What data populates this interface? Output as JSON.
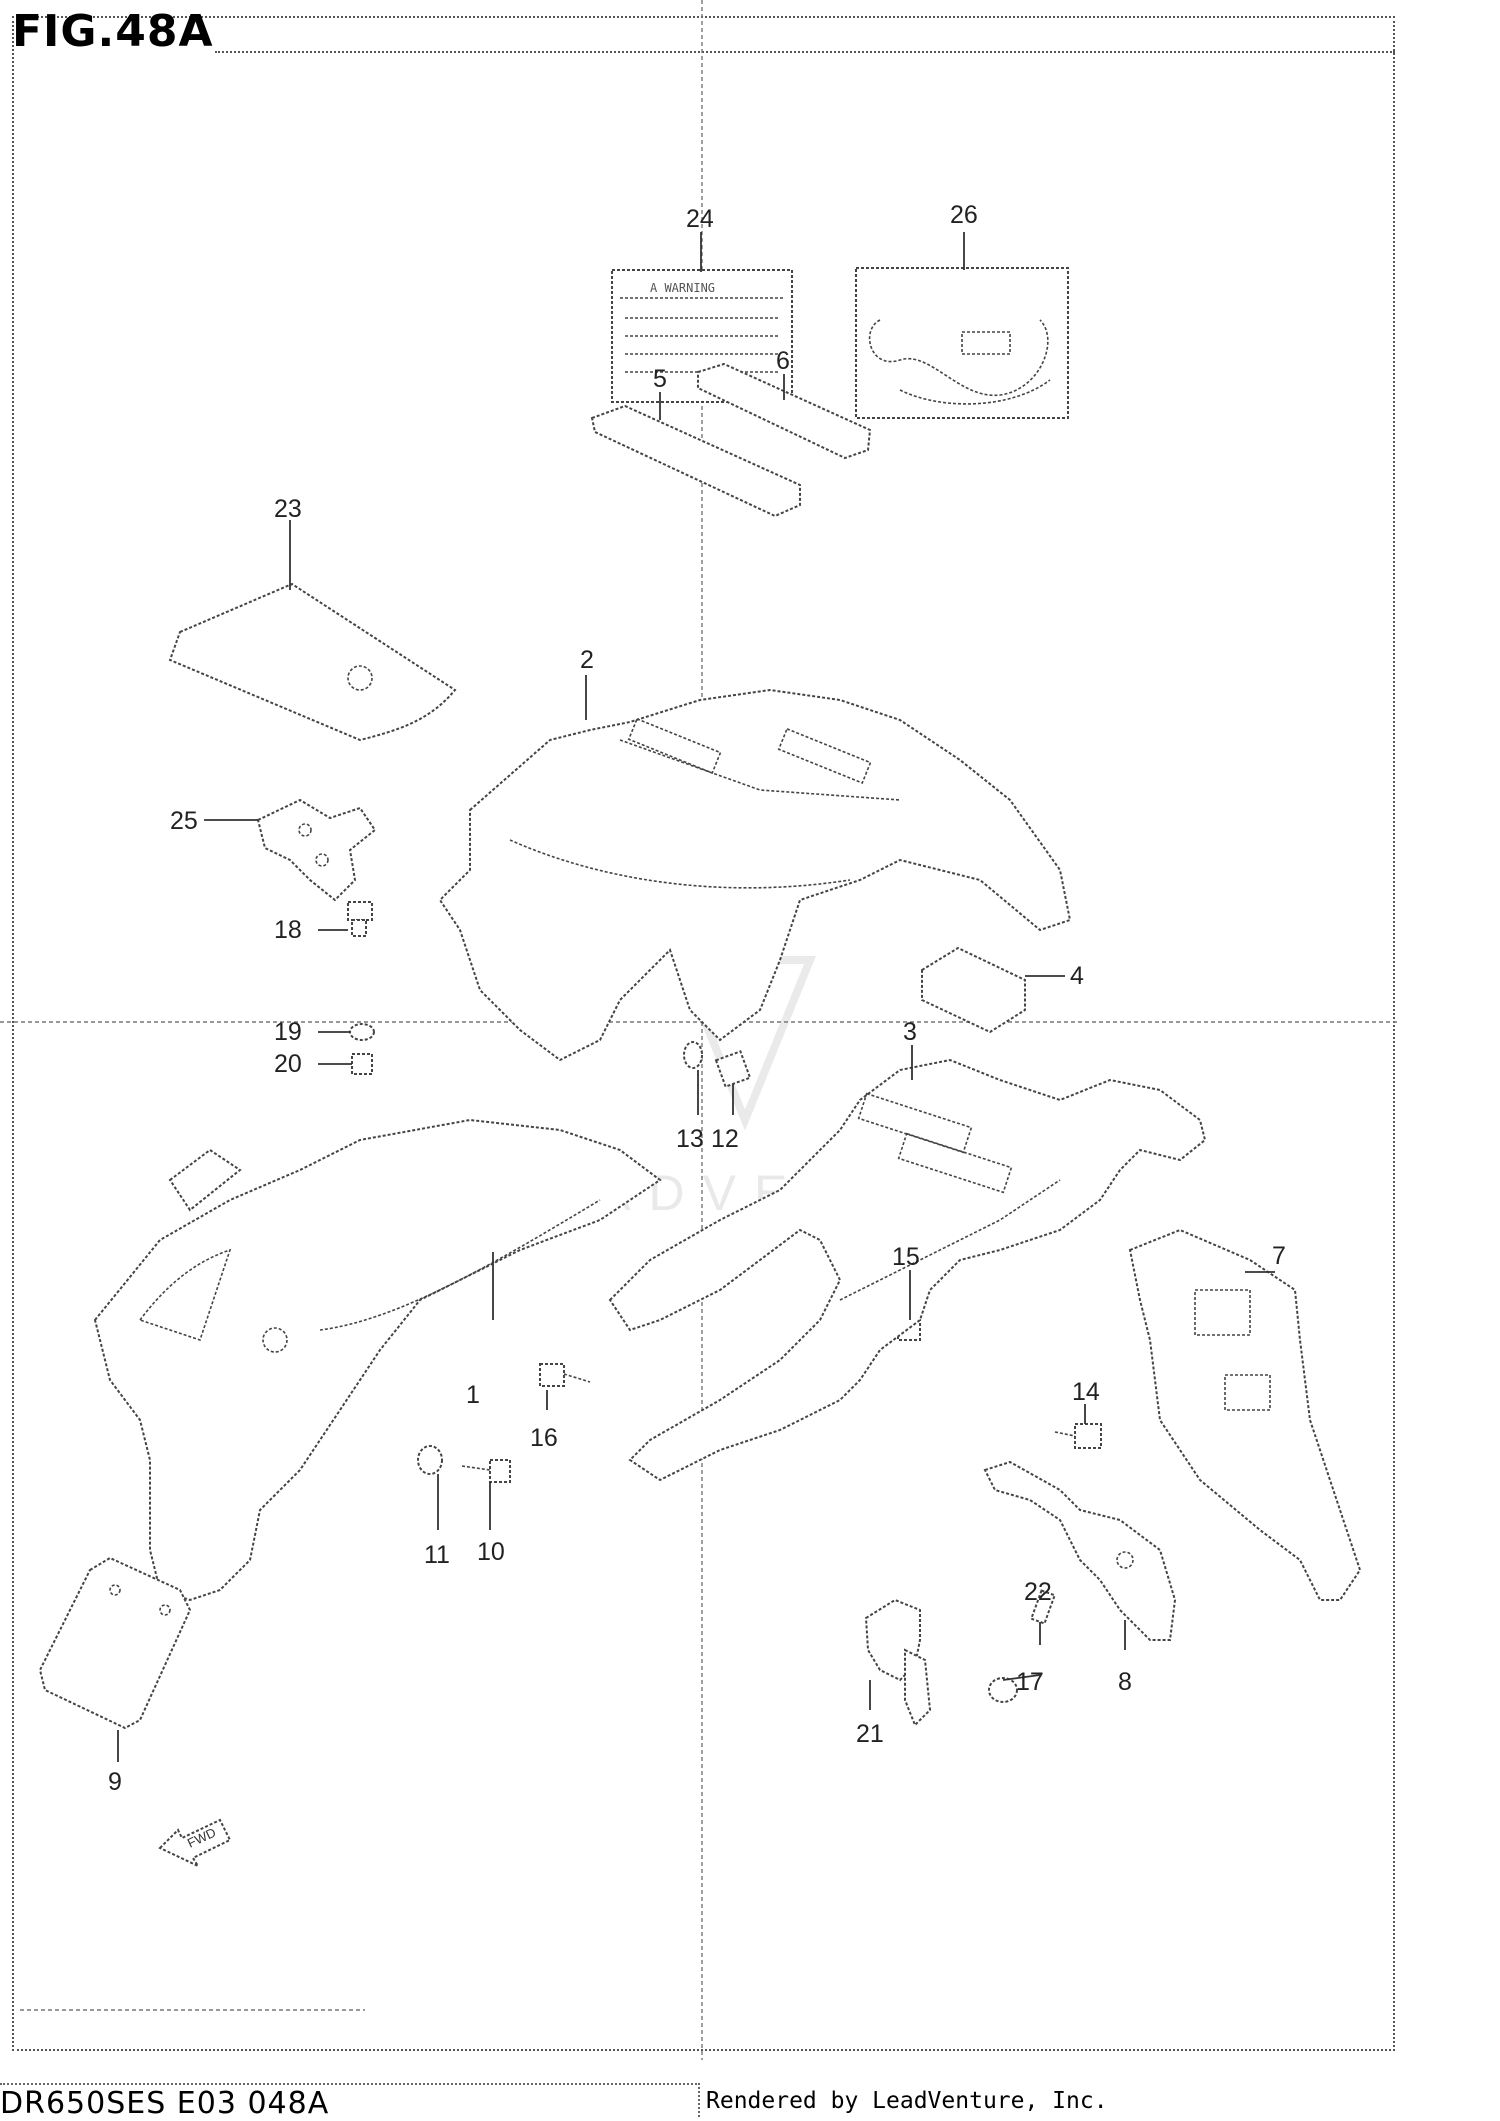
{
  "figure": {
    "title": "FIG.48A"
  },
  "callouts": [
    "1",
    "2",
    "3",
    "4",
    "5",
    "6",
    "7",
    "8",
    "9",
    "10",
    "11",
    "12",
    "13",
    "14",
    "15",
    "16",
    "17",
    "18",
    "19",
    "20",
    "21",
    "22",
    "23",
    "24",
    "25",
    "26"
  ],
  "direction_arrow": {
    "label": "FWD"
  },
  "footer": {
    "model_code": "DR650SES E03  048A",
    "rendered_by": "Rendered by LeadVenture, Inc."
  },
  "watermark": {
    "text": "LEADVENTURE"
  },
  "icons": {
    "direction": "fwd-arrow-icon"
  }
}
